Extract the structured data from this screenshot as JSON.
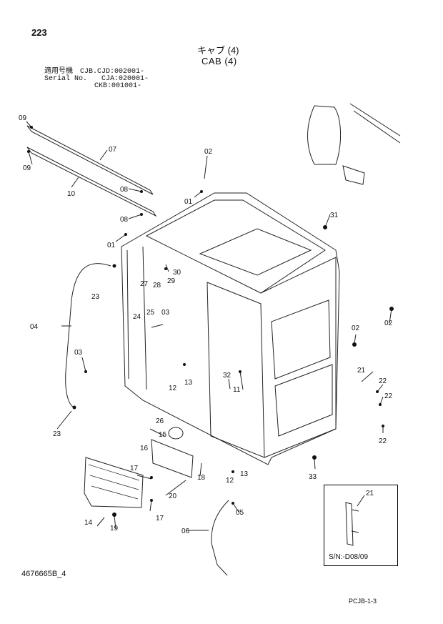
{
  "page_number": "223",
  "title_jp": "キャブ (4)",
  "title_en": "CAB (4)",
  "serial_lines": [
    "適用号機　CJB.CJD:002001-",
    "Serial No.　　CJA:020001-",
    "　　　　　　　CKB:001001-"
  ],
  "document_code": "4676665B_4",
  "page_code": "PCJB-1-3",
  "inset_serial": "S/N:-D08/09",
  "inset_part": "21",
  "callouts": {
    "c09a": "09",
    "c09b": "09",
    "c07": "07",
    "c10": "10",
    "c08a": "08",
    "c08b": "08",
    "c02a": "02",
    "c01a": "01",
    "c01b": "01",
    "c31": "31",
    "c30": "30",
    "c29": "29",
    "c28": "28",
    "c27": "27",
    "c23a": "23",
    "c23b": "23",
    "c04": "04",
    "c24": "24",
    "c25": "25",
    "c03a": "03",
    "c03b": "03",
    "c02b": "02",
    "c02c": "02",
    "c12a": "12",
    "c13a": "13",
    "c32": "32",
    "c11": "11",
    "c21": "21",
    "c22a": "22",
    "c22b": "22",
    "c22c": "22",
    "c26": "26",
    "c15": "15",
    "c16": "16",
    "c17a": "17",
    "c17b": "17",
    "c18": "18",
    "c20": "20",
    "c14": "14",
    "c19": "19",
    "c12b": "12",
    "c13b": "13",
    "c33": "33",
    "c05": "05",
    "c06": "06"
  }
}
